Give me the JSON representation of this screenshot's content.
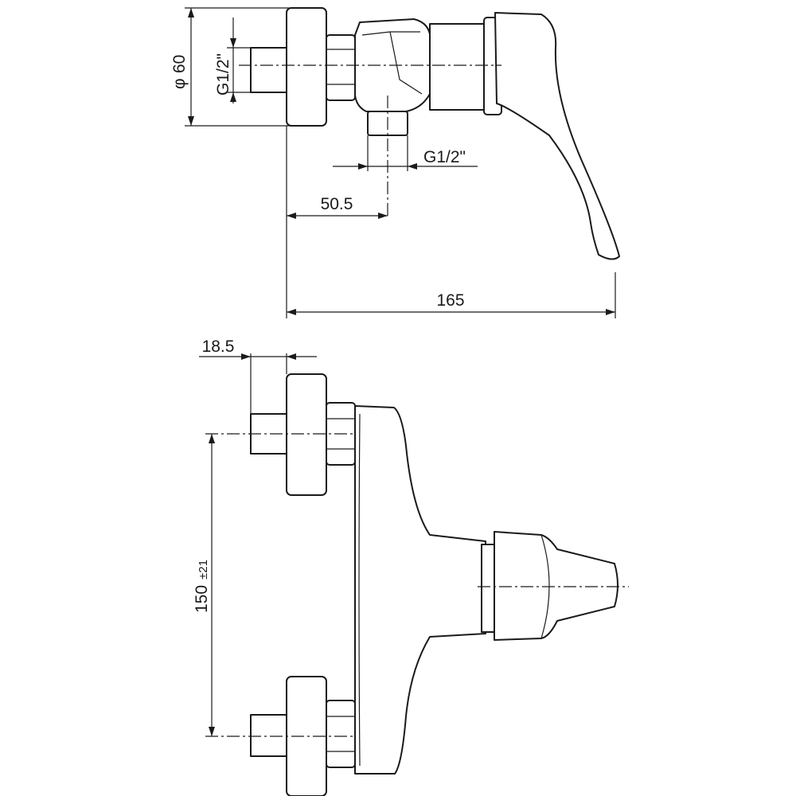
{
  "dimensions": {
    "dia_60": "60",
    "dia_symbol": "φ",
    "thread_inlet": "G1/2\"",
    "thread_outlet": "G1/2\"",
    "offset_50_5": "50.5",
    "depth_165": "165",
    "wall_18_5": "18.5",
    "centers_150": "150",
    "centers_tol": "±21"
  }
}
